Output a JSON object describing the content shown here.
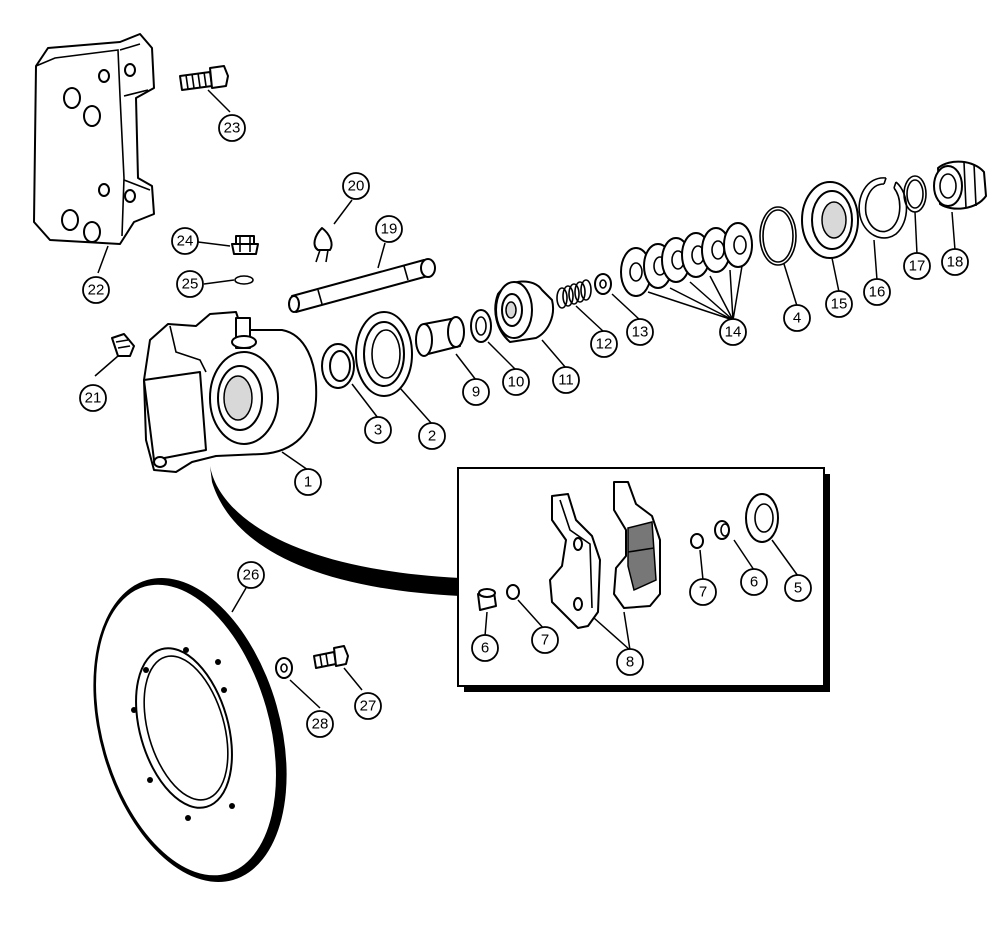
{
  "callouts": [
    {
      "id": "1",
      "label": "1"
    },
    {
      "id": "2",
      "label": "2"
    },
    {
      "id": "3",
      "label": "3"
    },
    {
      "id": "4",
      "label": "4"
    },
    {
      "id": "5",
      "label": "5"
    },
    {
      "id": "6a",
      "label": "6"
    },
    {
      "id": "6b",
      "label": "6"
    },
    {
      "id": "7a",
      "label": "7"
    },
    {
      "id": "7b",
      "label": "7"
    },
    {
      "id": "8",
      "label": "8"
    },
    {
      "id": "9",
      "label": "9"
    },
    {
      "id": "10",
      "label": "10"
    },
    {
      "id": "11",
      "label": "11"
    },
    {
      "id": "12",
      "label": "12"
    },
    {
      "id": "13",
      "label": "13"
    },
    {
      "id": "14",
      "label": "14"
    },
    {
      "id": "15",
      "label": "15"
    },
    {
      "id": "16",
      "label": "16"
    },
    {
      "id": "17",
      "label": "17"
    },
    {
      "id": "18",
      "label": "18"
    },
    {
      "id": "19",
      "label": "19"
    },
    {
      "id": "20",
      "label": "20"
    },
    {
      "id": "21",
      "label": "21"
    },
    {
      "id": "22",
      "label": "22"
    },
    {
      "id": "23",
      "label": "23"
    },
    {
      "id": "24",
      "label": "24"
    },
    {
      "id": "25",
      "label": "25"
    },
    {
      "id": "26",
      "label": "26"
    },
    {
      "id": "27",
      "label": "27"
    },
    {
      "id": "28",
      "label": "28"
    }
  ]
}
